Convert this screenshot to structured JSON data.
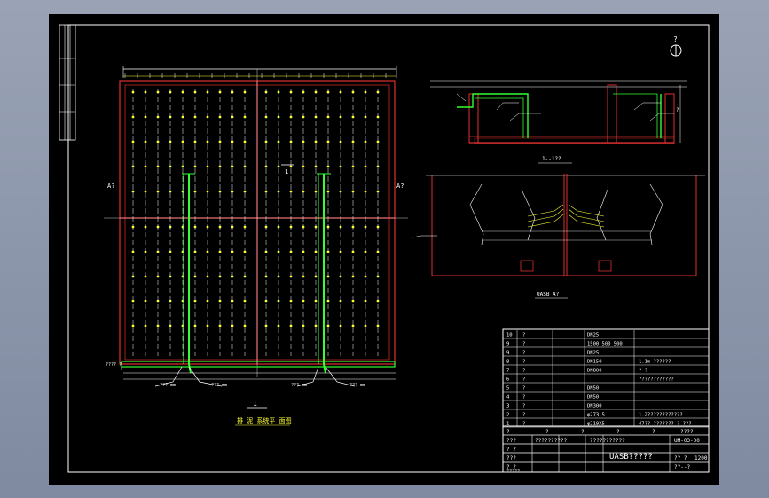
{
  "plan": {
    "title": "排 泥 系统平 面图",
    "axis_marks": [
      "A?",
      "A?"
    ],
    "section_mark": "1",
    "bottom_mark": "1",
    "pipe_labels": [
      "-??? mm",
      "-??? mm",
      "-??? mm",
      "-??? mm"
    ],
    "side_note": "???? ?"
  },
  "section": {
    "title": "1--1??",
    "corner_label": "?"
  },
  "plan_b": {
    "title": "UASB A?"
  },
  "north": {
    "label": "?"
  },
  "table": {
    "rows": [
      {
        "no": "10",
        "name": "?",
        "spec": "DN25",
        "note": ""
      },
      {
        "no": "9",
        "name": "?",
        "spec": "1500 500 500",
        "note": ""
      },
      {
        "no": "9",
        "name": "?",
        "spec": "DN25",
        "note": ""
      },
      {
        "no": "8",
        "name": "?",
        "spec": "DN150",
        "note": "1.1m ??????"
      },
      {
        "no": "7",
        "name": "?",
        "spec": "DN800",
        "note": "? ?"
      },
      {
        "no": "6",
        "name": "?",
        "spec": "",
        "note": "????????????"
      },
      {
        "no": "5",
        "name": "?",
        "spec": "DN50",
        "note": ""
      },
      {
        "no": "4",
        "name": "?",
        "spec": "DN50",
        "note": ""
      },
      {
        "no": "3",
        "name": "?",
        "spec": "DN300",
        "note": ""
      },
      {
        "no": "2",
        "name": "?",
        "spec": "φ273.5",
        "note": "1.2????????????"
      },
      {
        "no": "1",
        "name": "?",
        "spec": "φ219X5",
        "note": "47?? ??????? ? ???"
      }
    ],
    "header": [
      "?",
      "?",
      "?",
      "?",
      "?",
      "????"
    ],
    "title_block_label": "UASB?????",
    "drawing_no": "UM-03-00",
    "left_cells": [
      "???",
      "? ?",
      "???",
      "? ?",
      "?????"
    ],
    "mid_cells": [
      "??????????",
      "???????????"
    ],
    "right_cells": [
      "?? ?",
      "1200",
      "??--?"
    ]
  }
}
